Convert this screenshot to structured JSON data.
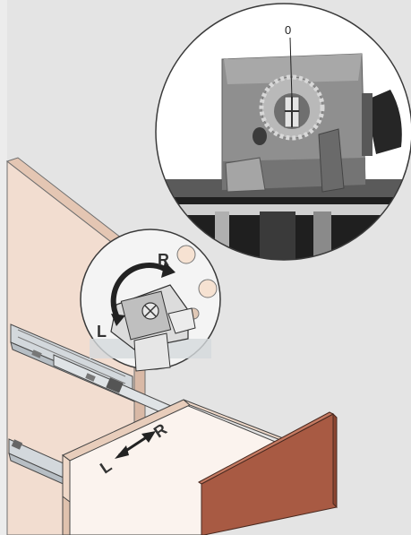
{
  "labels": {
    "zero_mark": "0",
    "right_small": "R",
    "left_small": "L",
    "right_drawer": "R",
    "left_drawer": "L"
  },
  "colors": {
    "background": "#e4e4e4",
    "cabinet_side": "#f2ddd0",
    "cabinet_edge": "#d9b9a6",
    "drawer_front": "#a85a43",
    "drawer_box_inner": "#fbf3ee",
    "drawer_box_side": "#efd8c8",
    "rail_metal": "#cfd4d8",
    "mechanism_gray": "#8f8f8f",
    "mechanism_dark": "#2e2e2e",
    "outline": "#3a3a3a"
  },
  "icons": [
    "rotation-arrow-icon",
    "double-arrow-icon",
    "adjustment-gear-icon"
  ]
}
